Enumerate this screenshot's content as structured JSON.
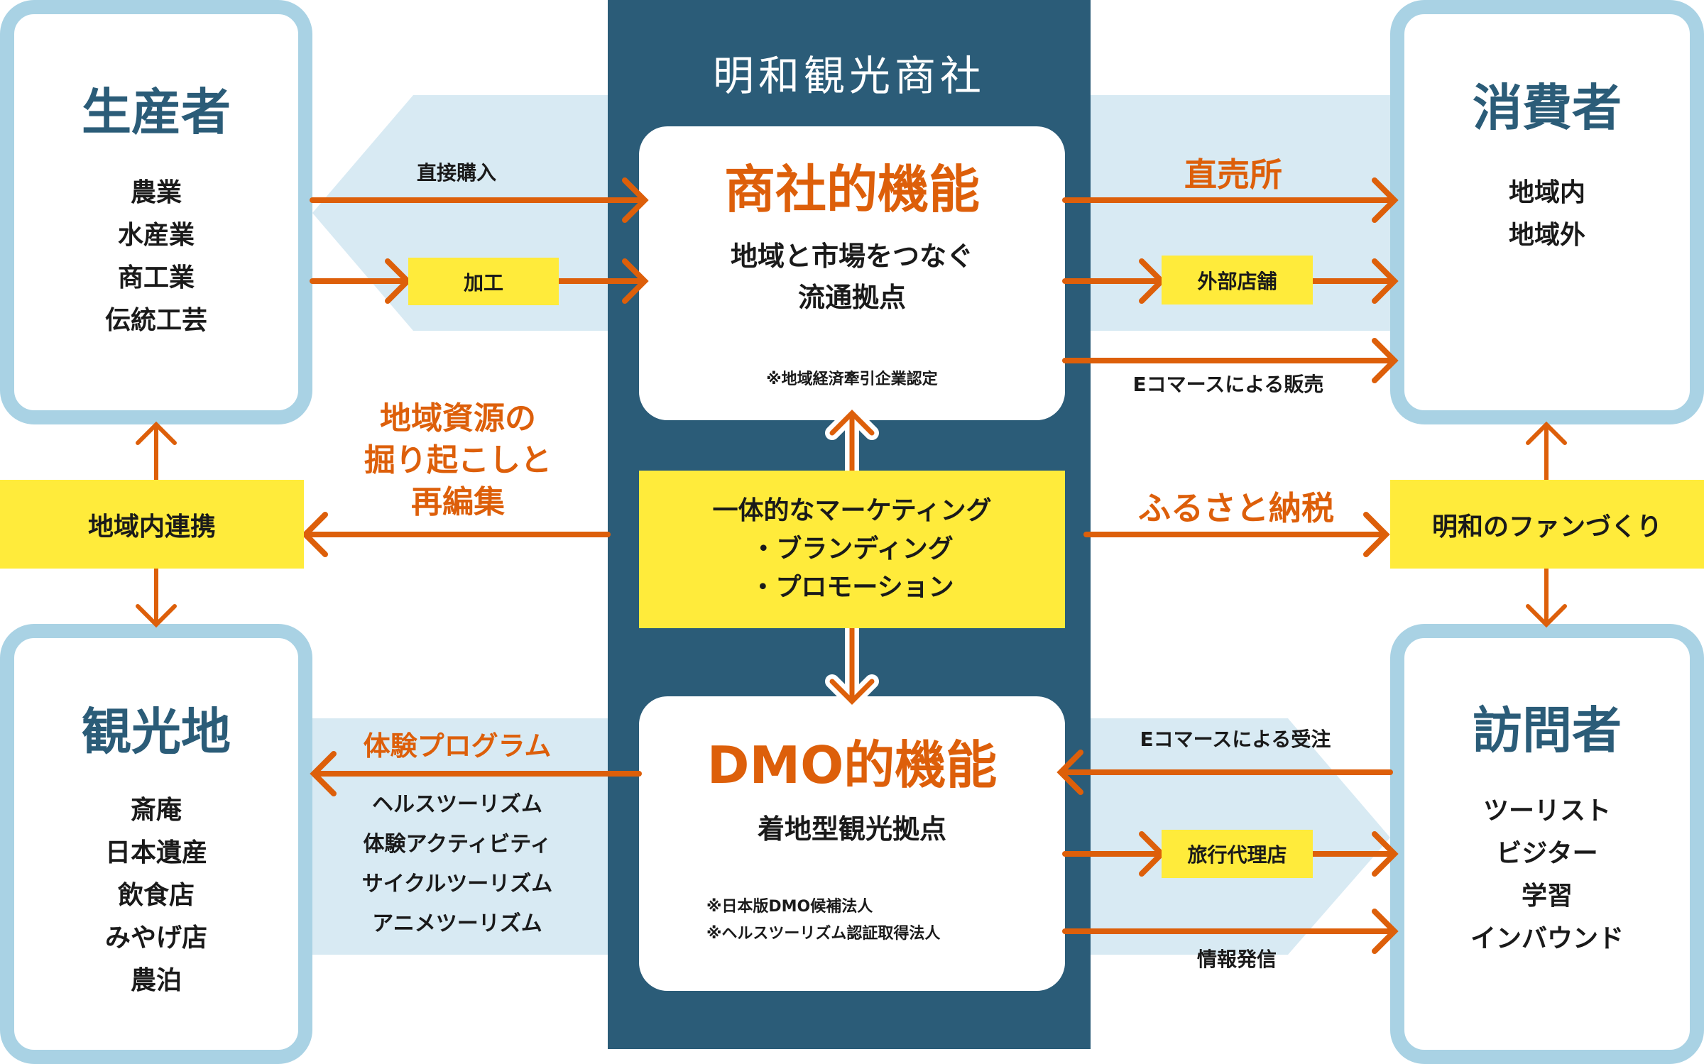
{
  "colors": {
    "dark_blue": "#2B5C78",
    "orange": "#DD5F0A",
    "yellow": "#FFEB3B",
    "light_border": "#A9D2E4",
    "band": "#D8EAF3"
  },
  "corporation": {
    "title": "明和観光商社",
    "trading_function": {
      "title": "商社的機能",
      "subtitle_lines": [
        "地域と市場をつなぐ",
        "流通拠点"
      ],
      "note": "※地域経済牽引企業認定"
    },
    "marketing": {
      "lines": [
        "一体的なマーケティング",
        "・ブランディング",
        "・プロモーション"
      ]
    },
    "dmo_function": {
      "title": "DMO的機能",
      "subtitle": "着地型観光拠点",
      "notes": [
        "※日本版DMO候補法人",
        "※ヘルスツーリズム認証取得法人"
      ]
    }
  },
  "producers": {
    "title": "生産者",
    "items": [
      "農業",
      "水産業",
      "商工業",
      "伝統工芸"
    ]
  },
  "tourist_spots": {
    "title": "観光地",
    "items": [
      "斎庵",
      "日本遺産",
      "飲食店",
      "みやげ店",
      "農泊"
    ]
  },
  "consumers": {
    "title": "消費者",
    "items": [
      "地域内",
      "地域外"
    ]
  },
  "visitors": {
    "title": "訪問者",
    "items": [
      "ツーリスト",
      "ビジター",
      "学習",
      "インバウンド"
    ]
  },
  "left_hub": {
    "label": "地域内連携"
  },
  "right_hub": {
    "label": "明和のファンづくり"
  },
  "flows": {
    "direct_purchase": "直接購入",
    "processing": "加工",
    "direct_store": "直売所",
    "external_store": "外部店舗",
    "ec_sales": "Eコマースによる販売",
    "resource_lines": [
      "地域資源の",
      "掘り起こしと",
      "再編集"
    ],
    "hometown_tax": "ふるさと納税",
    "experience_program": "体験プログラム",
    "experience_items": [
      "ヘルスツーリズム",
      "体験アクティビティ",
      "サイクルツーリズム",
      "アニメツーリズム"
    ],
    "ec_orders": "Eコマースによる受注",
    "travel_agency": "旅行代理店",
    "info_dissemination": "情報発信"
  }
}
